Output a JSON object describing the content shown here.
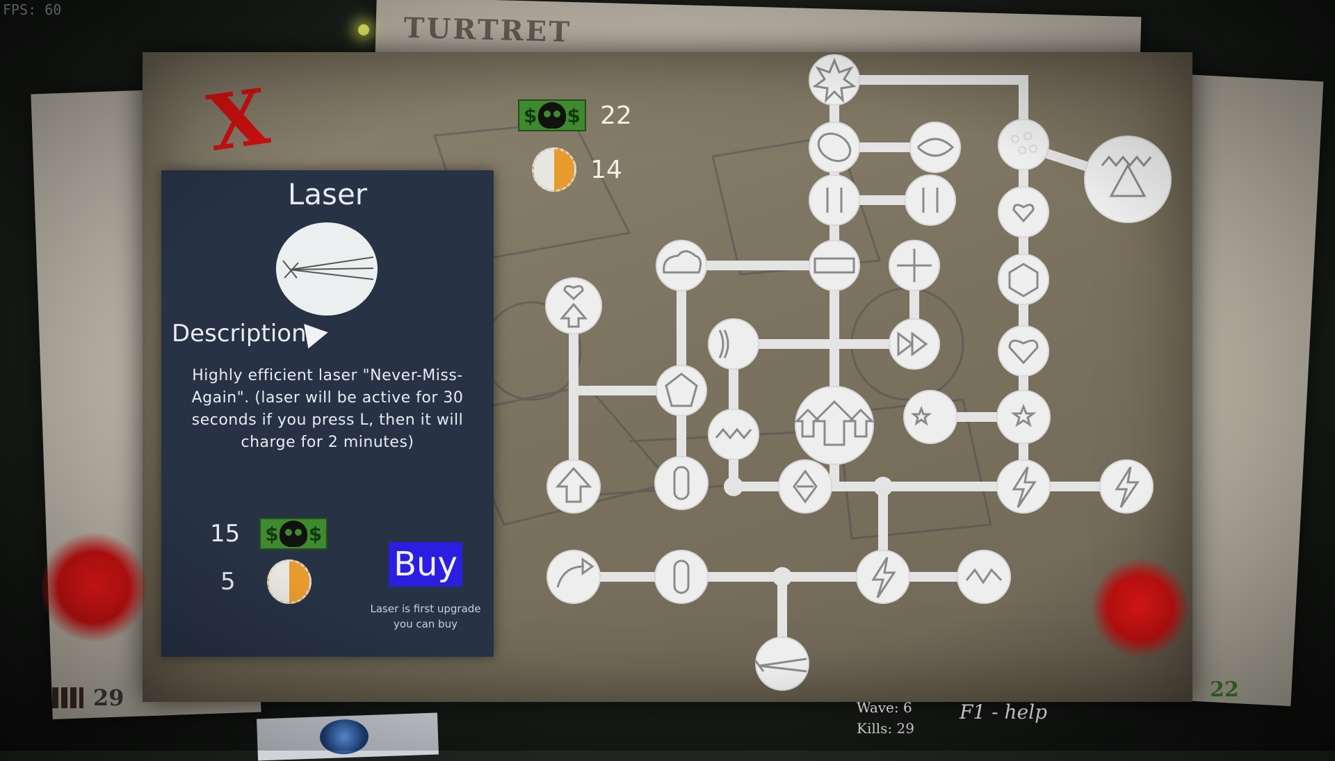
{
  "fps": "FPS: 60",
  "background_paper_text": "TURTRET",
  "resources": {
    "money": "22",
    "research": "14"
  },
  "panel": {
    "title": "Laser",
    "description_heading": "Description",
    "description": "Highly efficient laser \"Never-Miss-Again\". (laser will be active for 30 seconds if you press L, then it will charge for 2 minutes)",
    "cost_money": "15",
    "cost_research": "5",
    "buy_label": "Buy",
    "note": "Laser is first upgrade you can buy"
  },
  "skill_tree": {
    "nodes": [
      {
        "id": "explosion"
      },
      {
        "id": "ball"
      },
      {
        "id": "eye-shield"
      },
      {
        "id": "cluster-dots"
      },
      {
        "id": "triple-peak"
      },
      {
        "id": "pause-a"
      },
      {
        "id": "pause-b"
      },
      {
        "id": "heart-stars"
      },
      {
        "id": "stars-cloud"
      },
      {
        "id": "barrel"
      },
      {
        "id": "cross-plus"
      },
      {
        "id": "heart-hex"
      },
      {
        "id": "heart-up"
      },
      {
        "id": "waves-stars"
      },
      {
        "id": "fast-forward"
      },
      {
        "id": "heart-round"
      },
      {
        "id": "heart-pentagon"
      },
      {
        "id": "mountain-waves"
      },
      {
        "id": "triple-arrows-up"
      },
      {
        "id": "stars-scatter"
      },
      {
        "id": "stars-cluster"
      },
      {
        "id": "arrow-up"
      },
      {
        "id": "capsule-a"
      },
      {
        "id": "diamond-arrows"
      },
      {
        "id": "lightning-a"
      },
      {
        "id": "lightning-b"
      },
      {
        "id": "turn-arrow"
      },
      {
        "id": "capsule-b"
      },
      {
        "id": "lightning-c"
      },
      {
        "id": "zigzag"
      },
      {
        "id": "laser"
      }
    ]
  },
  "hud": {
    "ammo": "29",
    "right_count": "22",
    "wave": "Wave: 6",
    "kills": "Kills: 29",
    "help": "F1 - help"
  },
  "colors": {
    "panel_bg": "#273245",
    "buy_button": "#2b1ee0",
    "close_x": "#d11010",
    "money_green": "#3f8a2e"
  }
}
